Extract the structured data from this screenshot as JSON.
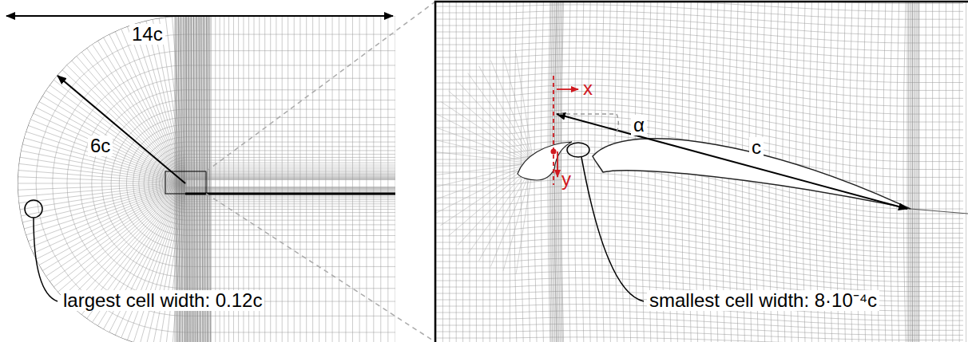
{
  "diagram": {
    "labels": [
      "14c",
      "6c",
      "largest cell width: 0.12c",
      "x",
      "y",
      "α",
      "c",
      "smallest cell width: 8·10⁻⁴c"
    ]
  }
}
